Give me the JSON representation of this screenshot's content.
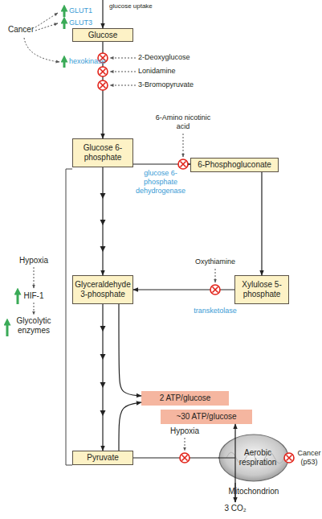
{
  "diagram": {
    "nodes": [
      {
        "text": [
          "Glucose"
        ]
      },
      {
        "text": [
          "Glucose 6-phosphate"
        ]
      },
      {
        "text": [
          "6-Phosphogluconate"
        ]
      },
      {
        "text": [
          "Glyceraldehyde 3-phosphate"
        ]
      },
      {
        "text": [
          "Xylulose 5-phosphate"
        ]
      },
      {
        "text": [
          "2 ATP/glucose"
        ]
      },
      {
        "text": [
          "~30 ATP/glucose"
        ]
      },
      {
        "text": [
          "Pyruvate"
        ]
      },
      {
        "text": [
          "Aerobic respiration",
          "Mitochondrion"
        ]
      }
    ],
    "edges": [
      {
        "from": 0,
        "to": 1,
        "arrow": "to"
      },
      {
        "from": 1,
        "to": 2,
        "arrow": "to"
      },
      {
        "from": 1,
        "to": 3,
        "arrow": "to"
      },
      {
        "from": 2,
        "to": 4,
        "arrow": "to"
      },
      {
        "from": 4,
        "to": 3,
        "arrow": "to"
      },
      {
        "from": 3,
        "to": 7,
        "arrow": "to"
      },
      {
        "from": 3,
        "to": 5,
        "arrow": "to"
      },
      {
        "from": 7,
        "to": 5,
        "arrow": "to"
      },
      {
        "from": 7,
        "to": 8,
        "arrow": "none"
      },
      {
        "from": 8,
        "to": 6,
        "arrow": "to"
      }
    ],
    "labels": [
      "glucose uptake",
      "GLUT1",
      "GLUT3",
      "Cancer",
      "hexokinase",
      "2-Deoxyglucose",
      "Lonidamine",
      "3-Bromopyruvate",
      "6-Amino nicotinic acid",
      "glucose 6-phosphate dehydrogenase",
      "Hypoxia",
      "HIF-1",
      "Glycolytic enzymes",
      "Oxythiamine",
      "transketolase",
      "Hypoxia",
      "Cancer (p53)",
      "3 CO₂"
    ]
  }
}
